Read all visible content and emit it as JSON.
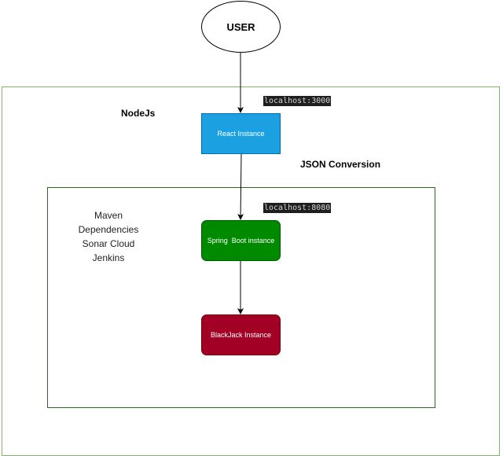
{
  "nodes": {
    "user": "USER",
    "react": "React Instance",
    "spring": "Spring  Boot instance",
    "blackjack": "BlackJack Instance"
  },
  "ports": {
    "react": "localhost:3000",
    "spring": "localhost:8080"
  },
  "labels": {
    "nodejs": "NodeJs",
    "json_conversion": "JSON Conversion"
  },
  "tools": [
    "Maven",
    "Dependencies",
    "Sonar Cloud",
    "Jenkins"
  ],
  "colors": {
    "outer_frame": "#82b366",
    "inner_frame": "#2e6b22",
    "react": "#1ba1e2",
    "spring": "#008a00",
    "blackjack": "#a20025",
    "port_tag_bg": "#1f1f1f"
  }
}
